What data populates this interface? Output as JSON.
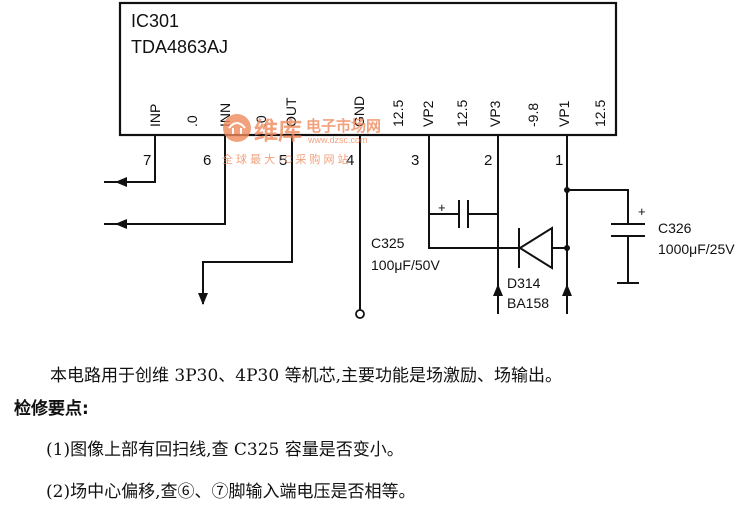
{
  "ic": {
    "ref": "IC301",
    "part": "TDA4863AJ"
  },
  "pins": [
    {
      "name": "INP",
      "number": "7"
    },
    {
      "name": ".0",
      "number": ""
    },
    {
      "name": "INN",
      "number": "6"
    },
    {
      "name": ".0",
      "number": ""
    },
    {
      "name": "OUT",
      "number": "5"
    },
    {
      "name": "GND",
      "number": "4"
    },
    {
      "name": "12.5",
      "number": ""
    },
    {
      "name": "VP2",
      "number": "3"
    },
    {
      "name": "12.5",
      "number": ""
    },
    {
      "name": "VP3",
      "number": "2"
    },
    {
      "name": "-9.8",
      "number": ""
    },
    {
      "name": "VP1",
      "number": "1"
    },
    {
      "name": "12.5",
      "number": ""
    }
  ],
  "components": {
    "c325": {
      "ref": "C325",
      "value": "100μF/50V",
      "polarity": "+"
    },
    "c326": {
      "ref": "C326",
      "value": "1000μF/25V",
      "polarity": "+"
    },
    "d314": {
      "ref": "D314",
      "part": "BA158"
    }
  },
  "watermark": {
    "brand": "维库",
    "sub": "电子市场网",
    "url": "www.dzsc.com",
    "tagline": "全 球 最 大 I C 采 购 网 站",
    "color": "#f08a5d"
  },
  "description": "本电路用于创维 3P30、4P30 等机芯,主要功能是场激励、场输出。",
  "maintenance": {
    "heading": "检修要点:",
    "items": [
      "(1)图像上部有回扫线,查 C325 容量是否变小。",
      "(2)场中心偏移,查⑥、⑦脚输入端电压是否相等。"
    ]
  }
}
